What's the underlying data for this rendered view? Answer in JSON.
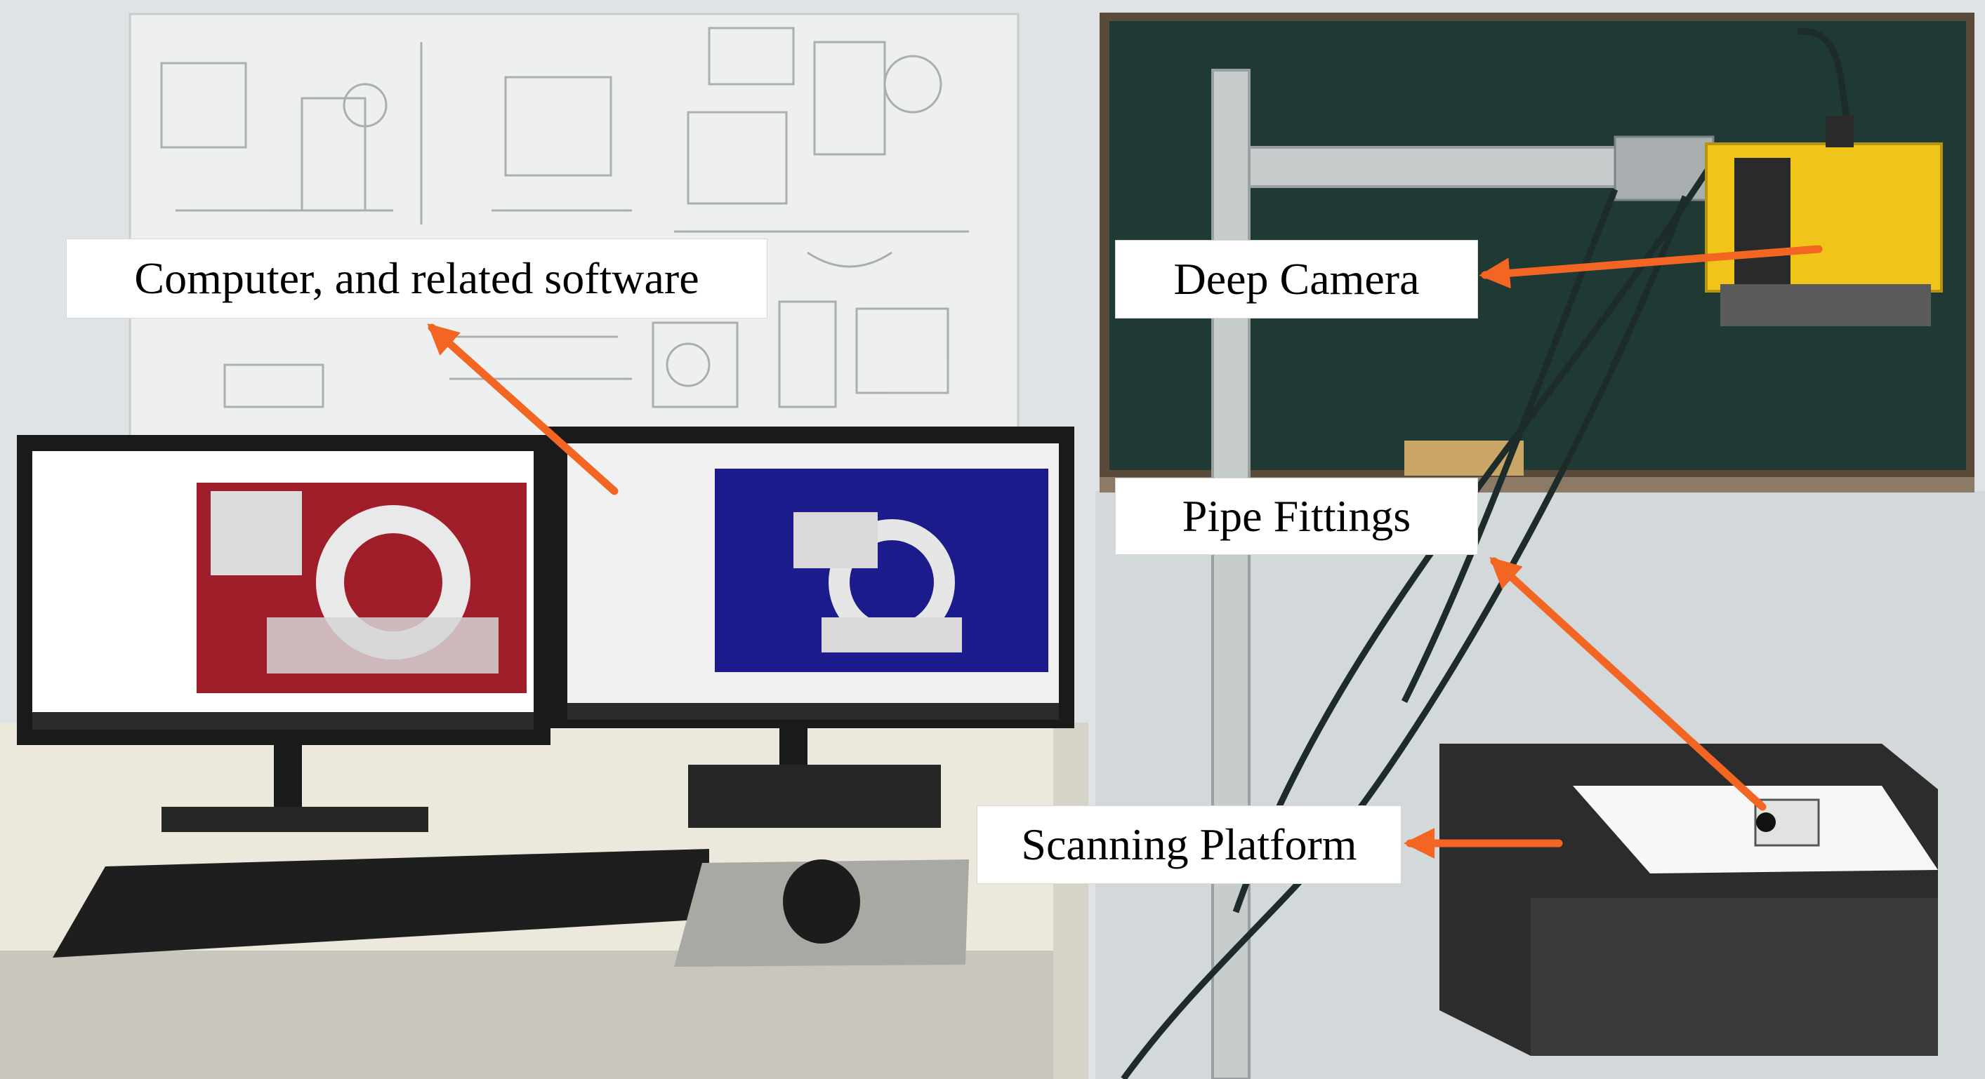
{
  "labels": {
    "computer": "Computer, and related software",
    "camera": "Deep Camera",
    "pipe_fittings": "Pipe Fittings",
    "scanning_platform": "Scanning Platform"
  },
  "colors": {
    "arrow": "#f26522",
    "left_screen_bg": "#a01e2a",
    "right_screen_bg": "#1b1b8c",
    "camera_body": "#f0c419",
    "chalkboard": "#1f3a34",
    "wall": "#dfe3e6"
  }
}
